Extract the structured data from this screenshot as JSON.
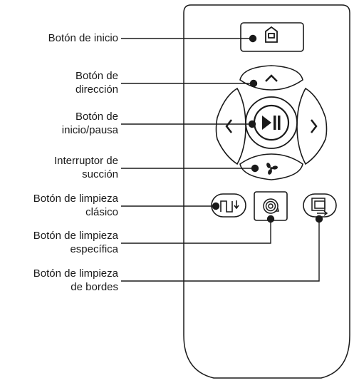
{
  "labels": {
    "home": [
      "Botón de inicio"
    ],
    "direction": [
      "Botón de",
      "dirección"
    ],
    "play_pause": [
      "Botón de",
      "inicio/pausa"
    ],
    "suction": [
      "Interruptor de",
      "succión"
    ],
    "classic_clean": [
      "Botón de limpieza",
      "clásico"
    ],
    "spot_clean": [
      "Botón de limpieza",
      "específica"
    ],
    "edge_clean": [
      "Botón de limpieza",
      "de bordes"
    ]
  },
  "colors": {
    "stroke": "#1a1a1a",
    "background": "#ffffff"
  },
  "icons": {
    "home": "house-icon",
    "up": "chevron-up-icon",
    "left": "chevron-left-icon",
    "right": "chevron-right-icon",
    "play_pause": "play-pause-icon",
    "suction": "fan-icon",
    "classic": "zigzag-icon",
    "spot": "spiral-icon",
    "edge": "edge-clean-icon"
  }
}
